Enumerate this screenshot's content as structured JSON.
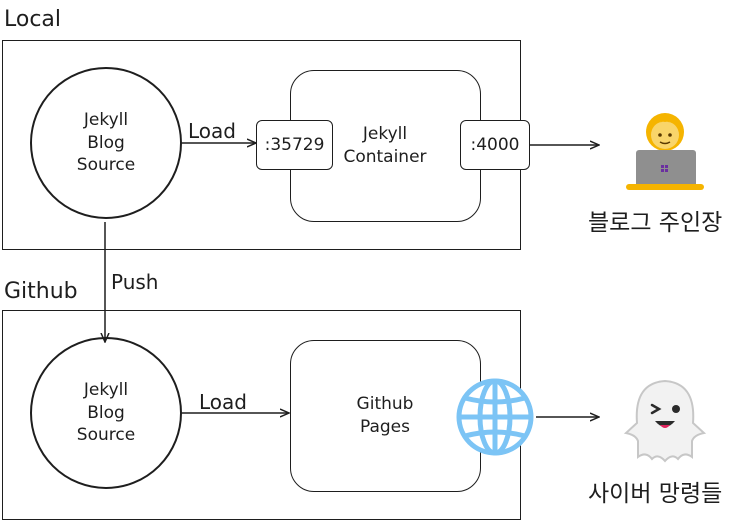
{
  "sections": {
    "local_title": "Local",
    "github_title": "Github"
  },
  "local": {
    "source_label": "Jekyll\nBlog\nSource",
    "load_label": "Load",
    "container_label": "Jekyll\nContainer",
    "port_left": ":35729",
    "port_right": ":4000",
    "actor_caption": "블로그 주인장"
  },
  "push_label": "Push",
  "github": {
    "source_label": "Jekyll\nBlog\nSource",
    "load_label": "Load",
    "pages_label": "Github\nPages",
    "actor_caption": "사이버 망령들"
  },
  "icons": {
    "owner": "person-at-laptop-icon",
    "web": "globe-icon",
    "visitors": "ghost-icon"
  },
  "colors": {
    "stroke": "#1e1e1e",
    "globe": "#7cc4f5",
    "person_hair": "#f5b400",
    "person_skin": "#f9d56a",
    "laptop": "#9a9a9a",
    "ghost": "#f2f2f2"
  }
}
